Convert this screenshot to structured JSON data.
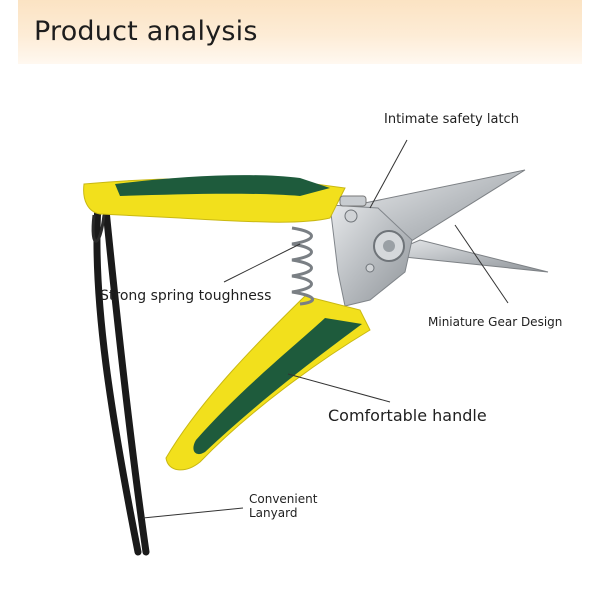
{
  "header": {
    "title": "Product analysis"
  },
  "callouts": {
    "latch": "Intimate safety latch",
    "spring": "Strong spring toughness",
    "gear": "Miniature Gear Design",
    "handle": "Comfortable handle",
    "lanyard_line1": "Convenient",
    "lanyard_line2": "Lanyard"
  },
  "colors": {
    "handle_yellow": "#f2e01c",
    "handle_green": "#1e5b3c",
    "blade_steel": "#b8bcc0",
    "lanyard_black": "#1a1a1a",
    "banner": "#fbe3c3"
  }
}
